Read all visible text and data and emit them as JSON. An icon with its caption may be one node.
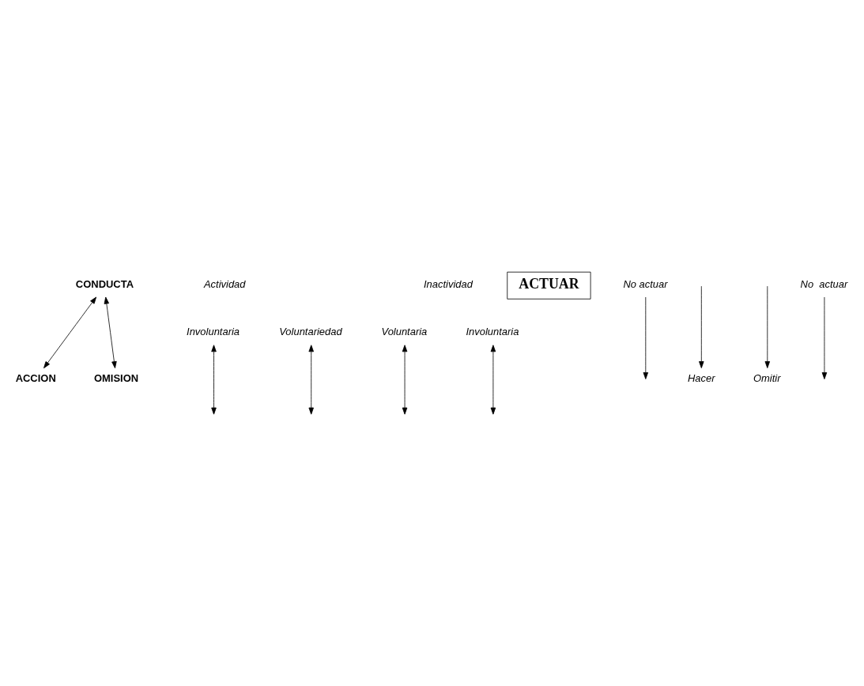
{
  "diagram": {
    "nodes": [
      {
        "text": [
          "CONDUCTA"
        ]
      },
      {
        "text": [
          "ACCION"
        ]
      },
      {
        "text": [
          "OMISION"
        ]
      },
      {
        "text": [
          "Involuntaria"
        ]
      },
      {
        "text": [
          "Voluntariedad"
        ]
      },
      {
        "text": [
          "Voluntaria"
        ]
      },
      {
        "text": [
          "Involuntaria"
        ]
      },
      {
        "text": [
          "ACTUAR"
        ]
      },
      {
        "text": [
          "No actuar"
        ]
      },
      {
        "text": [
          "Hacer"
        ]
      },
      {
        "text": [
          "Omitir"
        ]
      },
      {
        "text": [
          "No  actuar"
        ]
      }
    ],
    "edges": [
      {
        "from": 0,
        "to": 1,
        "arrow": "both"
      },
      {
        "from": 0,
        "to": 2,
        "arrow": "both"
      },
      {
        "from": 3,
        "to": null,
        "arrow": "both"
      },
      {
        "from": 4,
        "to": null,
        "arrow": "both"
      },
      {
        "from": 5,
        "to": null,
        "arrow": "both"
      },
      {
        "from": 6,
        "to": null,
        "arrow": "both"
      },
      {
        "from": 8,
        "to": null,
        "arrow": "to"
      },
      {
        "from": null,
        "to": 9,
        "arrow": "to"
      },
      {
        "from": null,
        "to": 10,
        "arrow": "to"
      },
      {
        "from": 11,
        "to": null,
        "arrow": "to"
      }
    ],
    "labels": [
      "Actividad",
      "Inactividad"
    ]
  }
}
